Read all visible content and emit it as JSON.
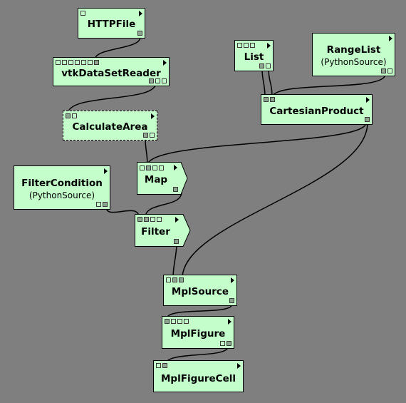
{
  "modules": {
    "httpfile": {
      "name": "HTTPFile"
    },
    "vtkdatasetreader": {
      "name": "vtkDataSetReader"
    },
    "calculatearea": {
      "name": "CalculateArea"
    },
    "list": {
      "name": "List"
    },
    "rangelist": {
      "name": "RangeList",
      "subtitle": "(PythonSource)"
    },
    "cartesianproduct": {
      "name": "CartesianProduct"
    },
    "filtercondition": {
      "name": "FilterCondition",
      "subtitle": "(PythonSource)"
    },
    "map": {
      "name": "Map"
    },
    "filter": {
      "name": "Filter"
    },
    "mplsource": {
      "name": "MplSource"
    },
    "mplfigure": {
      "name": "MplFigure"
    },
    "mplfigurecell": {
      "name": "MplFigureCell"
    }
  },
  "colors": {
    "canvas": "#7f7f7f",
    "module_fill": "#c4ffcb",
    "port_output": "#8da48f",
    "wire": "#000000"
  },
  "connections": [
    [
      "httpfile",
      "vtkdatasetreader"
    ],
    [
      "vtkdatasetreader",
      "calculatearea"
    ],
    [
      "list",
      "cartesianproduct"
    ],
    [
      "rangelist",
      "cartesianproduct"
    ],
    [
      "calculatearea",
      "map"
    ],
    [
      "cartesianproduct",
      "map"
    ],
    [
      "filtercondition",
      "filter"
    ],
    [
      "map",
      "filter"
    ],
    [
      "filter",
      "mplsource"
    ],
    [
      "cartesianproduct",
      "mplsource"
    ],
    [
      "mplsource",
      "mplfigure"
    ],
    [
      "mplfigure",
      "mplfigurecell"
    ]
  ]
}
